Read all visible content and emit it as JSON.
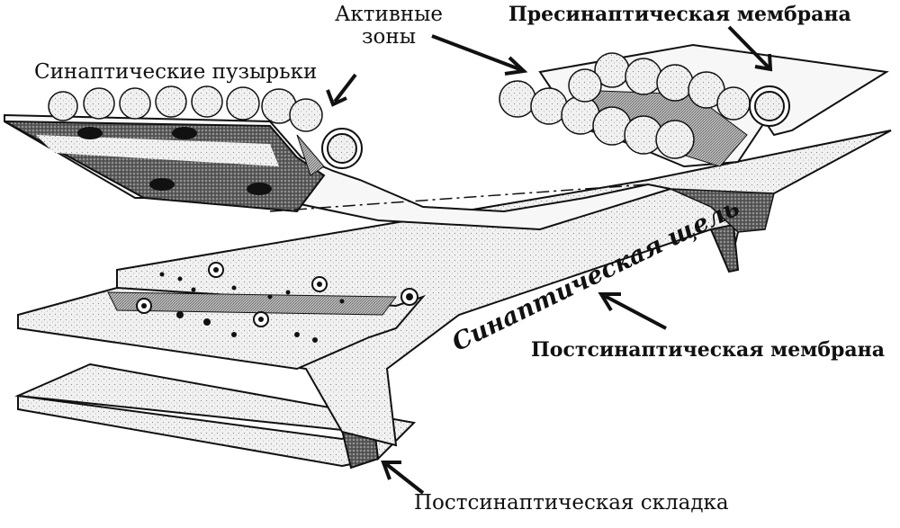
{
  "labels": {
    "active_zones_line1": "Активные",
    "active_zones_line2": "зоны",
    "synaptic_vesicles": "Синаптические пузырьки",
    "presynaptic_membrane": "Пресинаптическая мембрана",
    "synaptic_cleft": "Синаптическая щель",
    "postsynaptic_membrane": "Постсинаптическая мембрана",
    "postsynaptic_fold": "Постсинаптическая складка"
  },
  "colors": {
    "ink": "#111111",
    "stipple_light": "#efefef",
    "stipple_dark": "#6a6a6a"
  },
  "icons": [
    "arrow-icon"
  ]
}
